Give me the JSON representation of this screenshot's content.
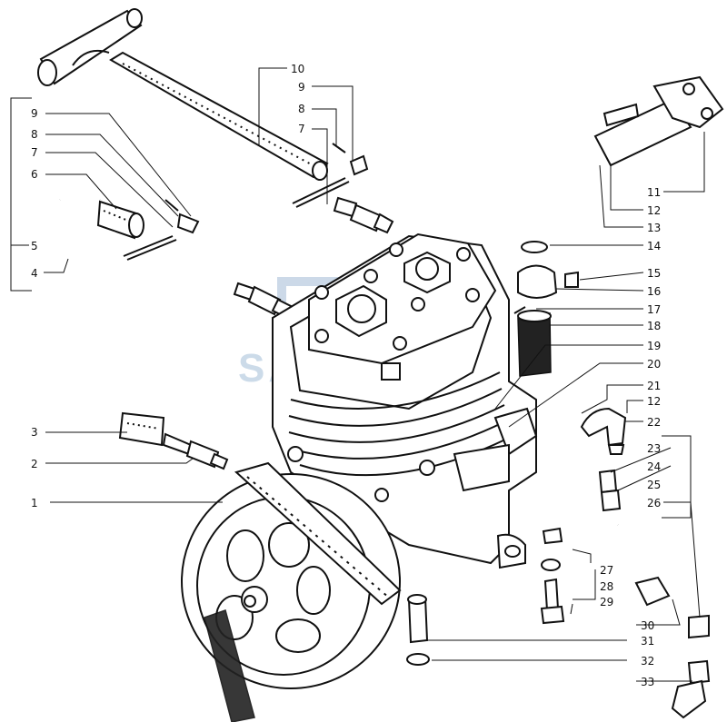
{
  "diagram": {
    "watermark": "SANTAI",
    "callouts": [
      "1",
      "2",
      "3",
      "4",
      "5",
      "6",
      "7",
      "8",
      "9",
      "10",
      "11",
      "12",
      "13",
      "14",
      "15",
      "16",
      "17",
      "18",
      "19",
      "20",
      "21",
      "22",
      "23",
      "24",
      "25",
      "26",
      "27",
      "28",
      "29",
      "30",
      "31",
      "32",
      "33"
    ],
    "repeat_callouts": {
      "left_7": "7",
      "left_8": "8",
      "left_9": "9",
      "right_12": "12"
    }
  }
}
